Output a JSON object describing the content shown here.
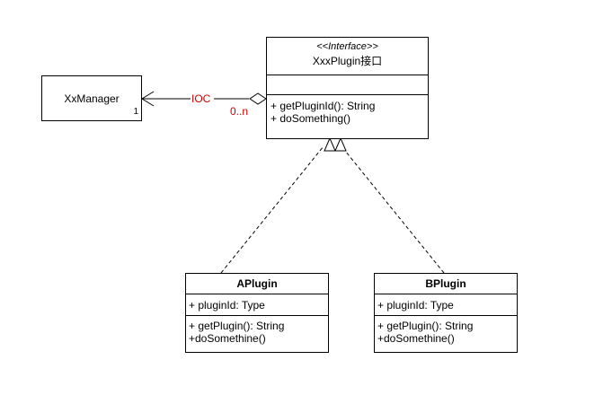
{
  "interface": {
    "stereotype": "<<Interface>>",
    "name": "XxxPlugin接口",
    "attributes": [],
    "operations": [
      "+ getPluginId(): String",
      "+ doSomething()"
    ]
  },
  "manager": {
    "name": "XxManager",
    "multiplicity": "1"
  },
  "association": {
    "label": "IOC",
    "multiplicity": "0..n",
    "label_color": "#cc0000"
  },
  "plugin_a": {
    "name": "APlugin",
    "attributes": [
      "+ pluginId: Type"
    ],
    "operations": [
      "+ getPlugin(): String",
      "+doSomethine()"
    ]
  },
  "plugin_b": {
    "name": "BPlugin",
    "attributes": [
      "+ pluginId: Type"
    ],
    "operations": [
      "+ getPlugin(): String",
      "+doSomethine()"
    ]
  }
}
